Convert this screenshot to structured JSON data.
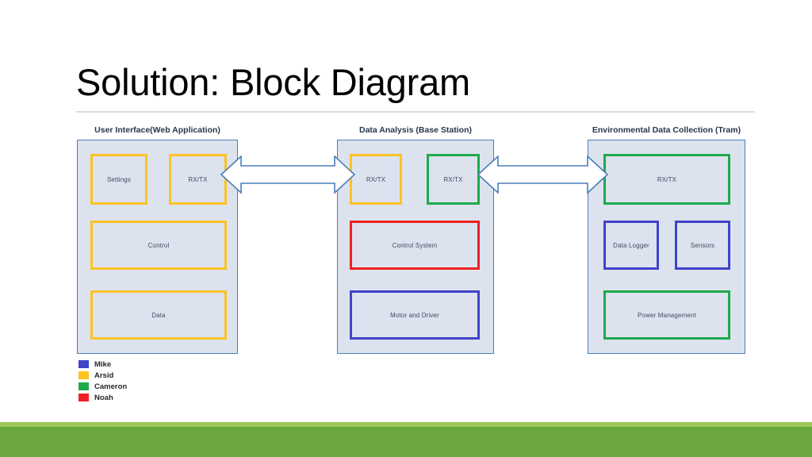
{
  "slide": {
    "title": "Solution: Block Diagram"
  },
  "diagram": {
    "columns": [
      {
        "title": "User Interface(Web Application)",
        "blocks": [
          {
            "label": "Settings",
            "color": "yellow"
          },
          {
            "label": "RX/TX",
            "color": "yellow"
          },
          {
            "label": "Control",
            "color": "yellow"
          },
          {
            "label": "Data",
            "color": "yellow"
          }
        ]
      },
      {
        "title": "Data Analysis (Base Station)",
        "blocks": [
          {
            "label": "RX/TX",
            "color": "yellow"
          },
          {
            "label": "RX/TX",
            "color": "green"
          },
          {
            "label": "Control System",
            "color": "red"
          },
          {
            "label": "Motor and Driver",
            "color": "blue"
          }
        ]
      },
      {
        "title": "Environmental Data Collection (Tram)",
        "blocks": [
          {
            "label": "RX/TX",
            "color": "green"
          },
          {
            "label": "Data Logger",
            "color": "blue"
          },
          {
            "label": "Sensors",
            "color": "blue"
          },
          {
            "label": "Power Management",
            "color": "green"
          }
        ]
      }
    ],
    "connectors": [
      {
        "name": "connector-ui-to-base",
        "type": "double-headed-arrow"
      },
      {
        "name": "connector-base-to-tram",
        "type": "double-headed-arrow"
      }
    ]
  },
  "legend": {
    "items": [
      {
        "label": "Mike",
        "color": "#3f43c8"
      },
      {
        "label": "Arsid",
        "color": "#fdc323"
      },
      {
        "label": "Cameron",
        "color": "#1eaa4b"
      },
      {
        "label": "Noah",
        "color": "#ee2222"
      }
    ]
  },
  "colors": {
    "panel_fill": "#dce3ee",
    "panel_border": "#4a7ebb",
    "arrow_fill": "#ffffff",
    "arrow_stroke": "#4a7ebb",
    "footer_light": "#9dc75a",
    "footer_dark": "#6aa73c",
    "title_rule": "#dcdcdc"
  }
}
